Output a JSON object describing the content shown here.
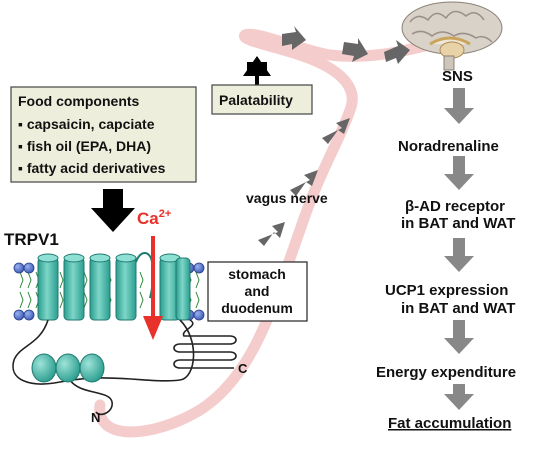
{
  "food_box": {
    "title": "Food components",
    "items": [
      "▪ capsaicin, capciate",
      "▪ fish oil (EPA, DHA)",
      "▪ fatty acid derivatives"
    ]
  },
  "palatability": "Palatability",
  "trpv1": "TRPV1",
  "calcium": {
    "symbol": "Ca",
    "charge": "2+"
  },
  "stomach_box": {
    "line1": "stomach",
    "line2": "and",
    "line3": "duodenum"
  },
  "vagus": "vagus nerve",
  "terminus_c": "C",
  "terminus_n": "N",
  "sns": "SNS",
  "pathway": {
    "noradrenaline": "Noradrenaline",
    "bad_line1": "β-AD receptor",
    "bad_line2": "in BAT and WAT",
    "ucp1_line1": "UCP1 expression",
    "ucp1_line2": "in BAT and WAT",
    "energy": "Energy expenditure",
    "fat": "Fat accumulation"
  },
  "colors": {
    "helix": "#3fb8a8",
    "lipid_head": "#5577cc",
    "calcium": "#e8312a",
    "pathway_arrow": "#777777",
    "nerve_band": "#f4c6c6",
    "box_fill": "#eeeedd"
  },
  "icons": {
    "brain": "brain-icon",
    "ion_channel": "trpv1-channel-icon"
  }
}
